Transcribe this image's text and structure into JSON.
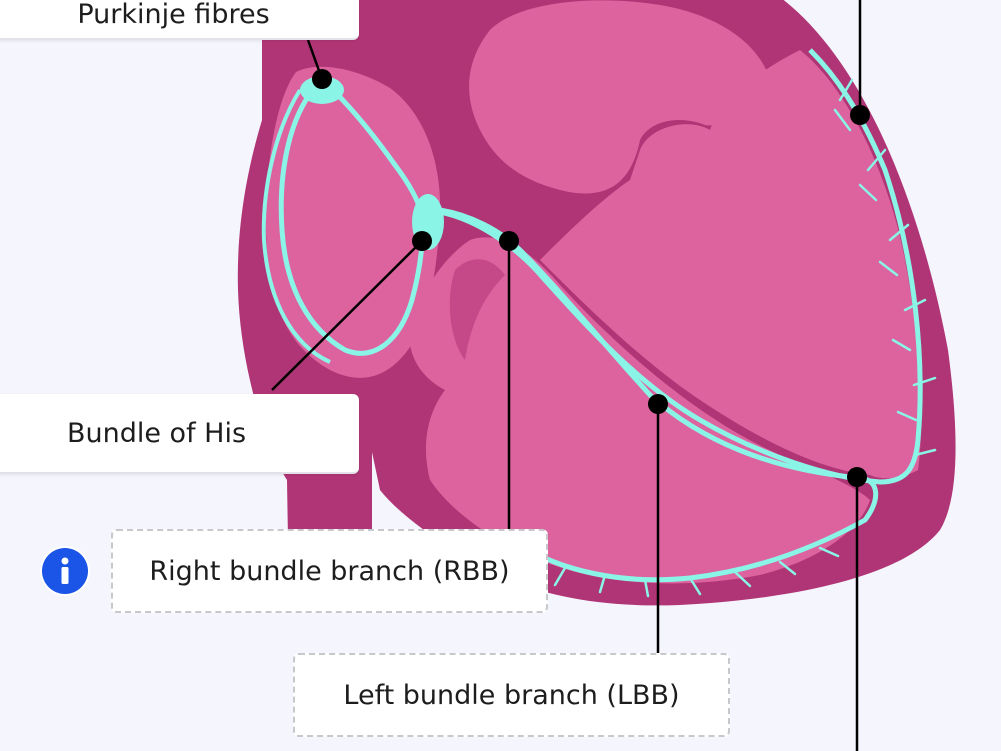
{
  "diagram": {
    "labels": {
      "purkinje": "Purkinje fibres",
      "bundle_of_his": "Bundle of His",
      "rbb": "Right bundle branch (RBB)",
      "lbb": "Left bundle branch (LBB)"
    },
    "info_icon": "info-icon",
    "colors": {
      "background": "#f5f5fd",
      "heart_wall": "#b03576",
      "chamber": "#dd639e",
      "conduction": "#8af5e6",
      "leader": "#000000",
      "info": "#1a55e8"
    }
  }
}
